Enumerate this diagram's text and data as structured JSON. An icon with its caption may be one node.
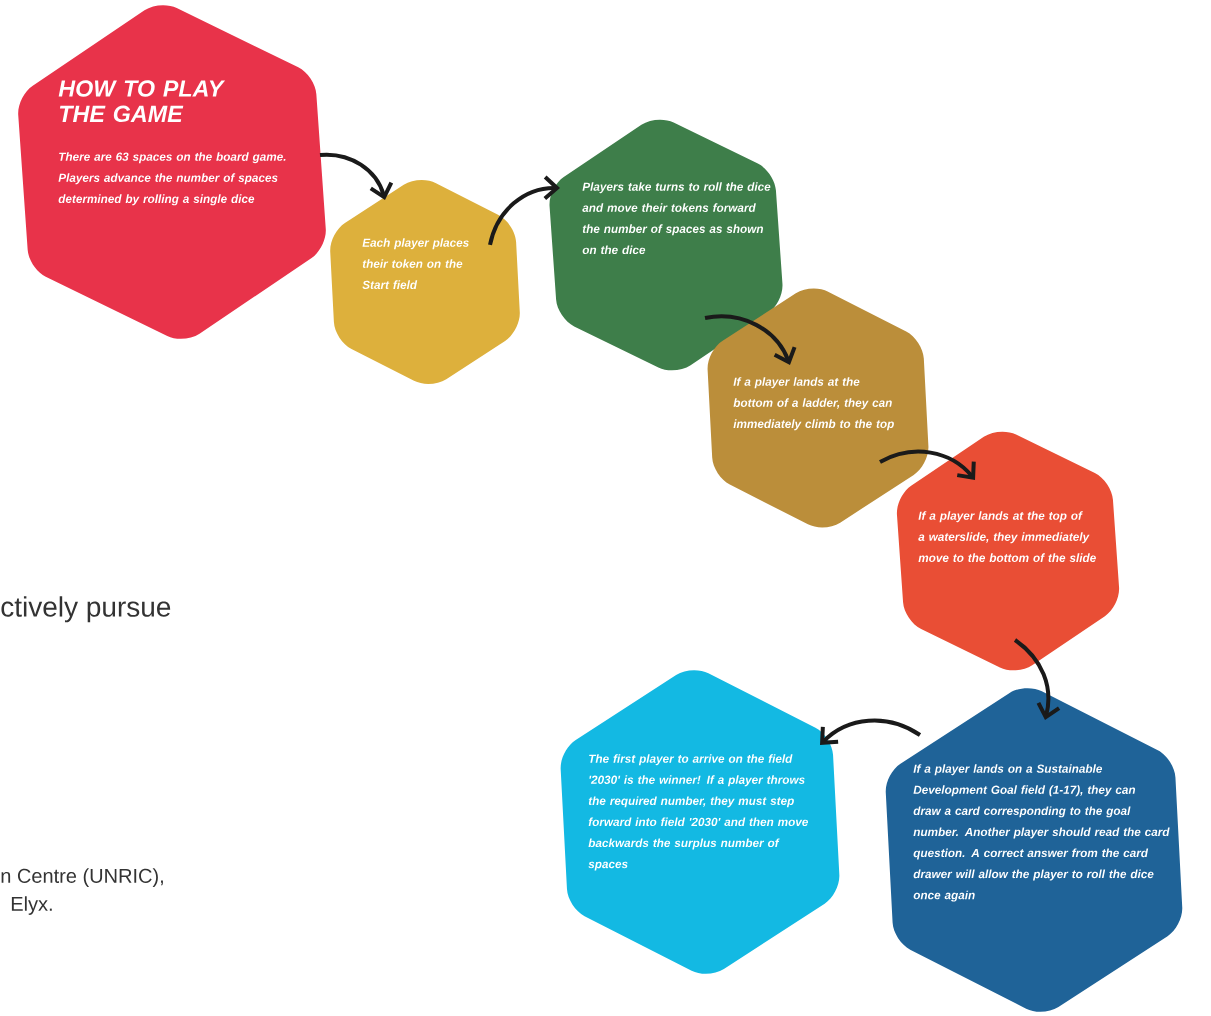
{
  "diagram": {
    "nodes": [
      {
        "text": [
          "HOW TO PLAY THE GAME",
          "There are 63 spaces on the board game. Players advance the number of spaces determined by rolling a single dice"
        ]
      },
      {
        "text": [
          "Each player places their token on the Start field"
        ]
      },
      {
        "text": [
          "Players take turns to roll the dice and move their tokens forward the number of spaces as shown on the dice"
        ]
      },
      {
        "text": [
          "If a player lands at the bottom of a ladder, they can immediately climb to the top"
        ]
      },
      {
        "text": [
          "If a player lands at the top of a waterslide, they immediately move to the bottom of the slide"
        ]
      },
      {
        "text": [
          "If a player lands on a Sustainable Development Goal field (1-17), they can draw a card corresponding to the goal number. Another player should read the card question. A correct answer from the card drawer will allow the player to roll the dice once again"
        ]
      },
      {
        "text": [
          "The first player to arrive on the field '2030' is the winner! If a player throws the required number, they must step forward into field '2030' and then move backwards the surplus number of spaces"
        ]
      }
    ],
    "edges": [
      {
        "from": 0,
        "to": 1,
        "arrow": "to"
      },
      {
        "from": 1,
        "to": 2,
        "arrow": "to"
      },
      {
        "from": 2,
        "to": 3,
        "arrow": "to"
      },
      {
        "from": 3,
        "to": 4,
        "arrow": "to"
      },
      {
        "from": 4,
        "to": 5,
        "arrow": "to"
      },
      {
        "from": 5,
        "to": 6,
        "arrow": "to"
      }
    ],
    "labels": [
      "ctively pursue",
      "n Centre (UNRIC),",
      "Elyx."
    ]
  }
}
